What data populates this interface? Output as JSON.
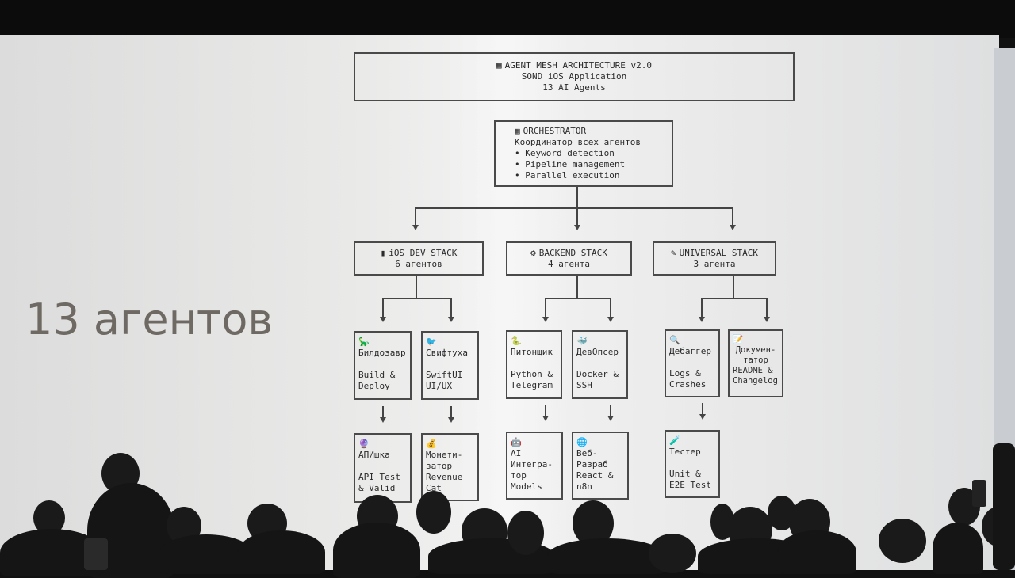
{
  "slide_title": "13 агентов",
  "header": {
    "icon": "grid-icon",
    "line1": "AGENT MESH ARCHITECTURE v2.0",
    "line2": "SOND iOS Application",
    "line3": "13 AI Agents"
  },
  "orchestrator": {
    "icon": "grid-icon",
    "title": "ORCHESTRATOR",
    "subtitle": "Координатор всех агентов",
    "bullets": [
      "• Keyword detection",
      "• Pipeline management",
      "• Parallel execution"
    ]
  },
  "stacks": [
    {
      "icon": "phone-icon",
      "title": "iOS DEV STACK",
      "count": "6 агентов"
    },
    {
      "icon": "gear-icon",
      "title": "BACKEND STACK",
      "count": "4 агента"
    },
    {
      "icon": "wrench-icon",
      "title": "UNIVERSAL STACK",
      "count": "3 агента"
    }
  ],
  "agents": [
    {
      "icon": "dinosaur-icon",
      "name": "Билдозавр",
      "desc1": "Build &",
      "desc2": "Deploy"
    },
    {
      "icon": "bird-icon",
      "name": "Свифтуха",
      "desc1": "SwiftUI",
      "desc2": "UI/UX"
    },
    {
      "icon": "apple-icon",
      "name": "АПИшка",
      "desc1": "API Test",
      "desc2": "& Valid"
    },
    {
      "icon": "money-bag-icon",
      "name": "Монети-\nзатор",
      "desc1": "Revenue",
      "desc2": "Cat"
    },
    {
      "icon": "snake-icon",
      "name": "Питонщик",
      "desc1": "Python &",
      "desc2": "Telegram"
    },
    {
      "icon": "whale-icon",
      "name": "ДевОпсер",
      "desc1": "Docker &",
      "desc2": "SSH"
    },
    {
      "icon": "robot-icon",
      "name": "AI\nИнтегра-\nтор",
      "desc1": "Models",
      "desc2": ""
    },
    {
      "icon": "globe-icon",
      "name": "Веб-\nРазраб",
      "desc1": "React &",
      "desc2": "n8n"
    },
    {
      "icon": "magnifier-icon",
      "name": "Дебаггер",
      "desc1": "Logs &",
      "desc2": "Crashes"
    },
    {
      "icon": "memo-icon",
      "name": "Докумен-\nтатор",
      "desc1": "README &",
      "desc2": "Changelog"
    },
    {
      "icon": "test-tube-icon",
      "name": "Тестер",
      "desc1": "Unit &",
      "desc2": "E2E Test"
    }
  ],
  "colors": {
    "slide_bg": "#e8e8e8",
    "ink": "#2b2b2b",
    "title": "#6f6963"
  }
}
